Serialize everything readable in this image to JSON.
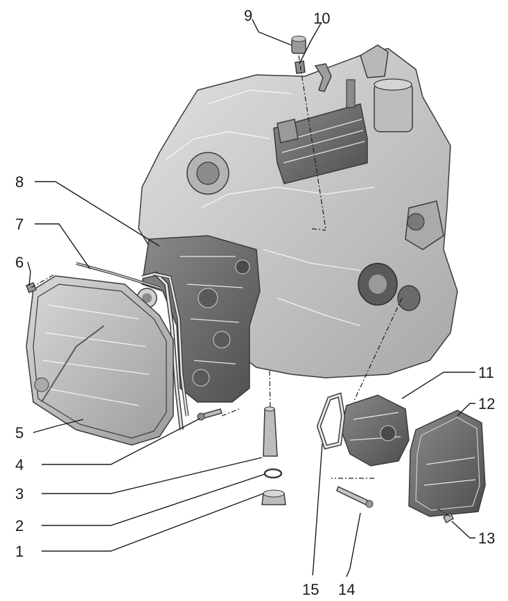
{
  "labels": {
    "l1": "1",
    "l2": "2",
    "l3": "3",
    "l4": "4",
    "l5": "5",
    "l6": "6",
    "l7": "7",
    "l8": "8",
    "l9": "9",
    "l10": "10",
    "l11": "11",
    "l12": "12",
    "l13": "13",
    "l14": "14",
    "l15": "15"
  },
  "colors": {
    "housing": "#cfcfcf",
    "housing_dark": "#9a9a9a",
    "pan": "#c2c2c2",
    "valve_body": "#6e6e6e",
    "cooler": "#7a7a7a",
    "ink": "#1a1a1a"
  }
}
